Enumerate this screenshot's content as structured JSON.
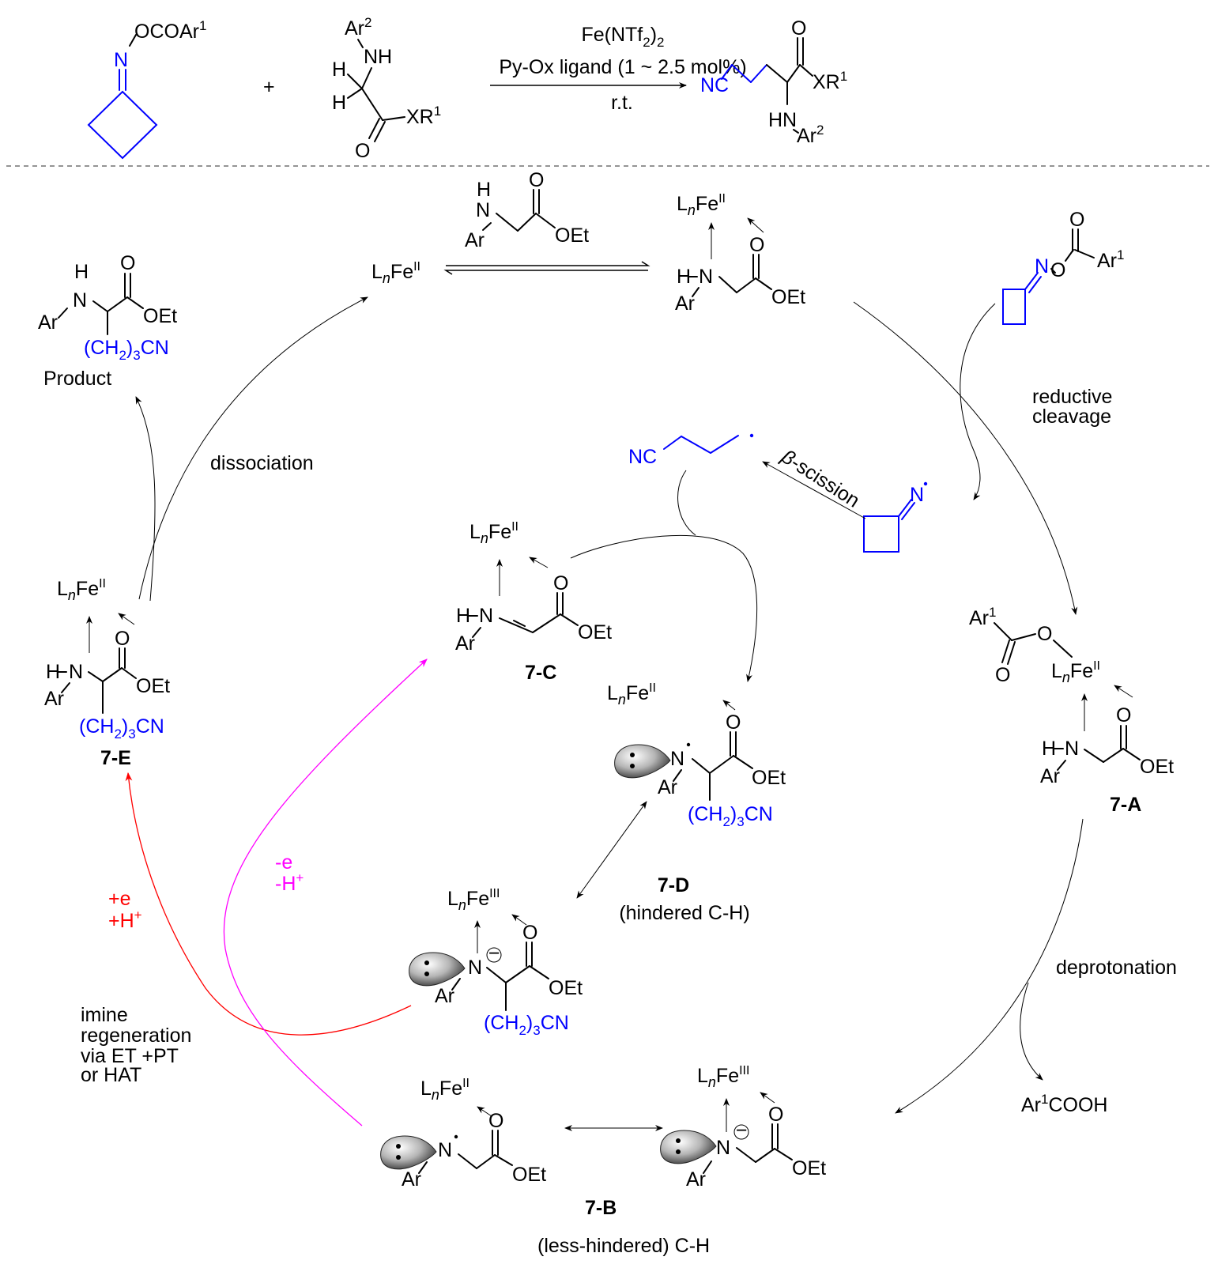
{
  "title": "Fe-catalyzed iminyl radical cyanoalkylation of glycine derivatives – proposed mechanism",
  "colors": {
    "highlight": "#0000ff",
    "reduction_path": "#ff0000",
    "oxidation_path": "#ff00ff",
    "text": "#000000"
  },
  "scheme": {
    "reactant1": {
      "substituent": "OCOAr",
      "sup": "1",
      "atom": "N"
    },
    "plus": "+",
    "reactant2": {
      "ar": "Ar",
      "ar_sup": "2",
      "nh": "NH",
      "h1": "H",
      "h2": "H",
      "o": "O",
      "xr": "XR",
      "xr_sup": "1"
    },
    "conditions": {
      "line1_main": "Fe(NTf",
      "line1_sub": "2",
      "line1_end": ")",
      "line1_sub2": "2",
      "line2": "Py-Ox ligand (1 ~ 2.5 mol%)",
      "line3": "r.t."
    },
    "product": {
      "nc": "NC",
      "o": "O",
      "xr": "XR",
      "xr_sup": "1",
      "hn": "HN",
      "ar": "Ar",
      "ar_sup": "2"
    }
  },
  "cycle": {
    "catalyst": {
      "l": "L",
      "n": "n",
      "fe": "Fe",
      "ox": "II"
    },
    "glycine_reagent": {
      "h": "H",
      "n": "N",
      "ar": "Ar",
      "o": "O",
      "oet": "OEt"
    },
    "complex_top": {
      "l": "L",
      "n": "n",
      "fe": "Fe",
      "ox": "II",
      "h": "H",
      "nn": "N",
      "ar": "Ar",
      "o": "O",
      "oet": "OEt"
    },
    "oxime_ester": {
      "n": "N",
      "o1": "O",
      "o2": "O",
      "ar": "Ar",
      "ar_sup": "1"
    },
    "label_reductive_cleavage": [
      "reductive",
      "cleavage"
    ],
    "iminyl_radical": {
      "n": "N"
    },
    "cyanoalkyl_radical": {
      "nc": "NC"
    },
    "label_beta": "β",
    "label_scission": "-scission",
    "product": {
      "h": "H",
      "n": "N",
      "ar": "Ar",
      "o": "O",
      "oet": "OEt",
      "chain": "(CH",
      "chain_sub": "2",
      "chain_mid": ")",
      "chain_sub2": "3",
      "chain_end": "CN",
      "label": "Product"
    },
    "label_dissociation": "dissociation",
    "int_7A": {
      "name": "7-A",
      "ar1": "Ar",
      "ar1_sup": "1",
      "o1": "O",
      "o2": "O",
      "l": "L",
      "n": "n",
      "fe": "Fe",
      "ox": "II",
      "h": "H",
      "nn": "N",
      "ar": "Ar",
      "o": "O",
      "oet": "OEt"
    },
    "label_deprotonation": "deprotonation",
    "byproduct": {
      "ar": "Ar",
      "sup": "1",
      "rest": "COOH"
    },
    "int_7B_anion": {
      "l": "L",
      "n": "n",
      "fe": "Fe",
      "ox": "III",
      "nn": "N",
      "ar": "Ar",
      "o": "O",
      "oet": "OEt",
      "charge": "−"
    },
    "int_7B_radical": {
      "l": "L",
      "n": "n",
      "fe": "Fe",
      "ox": "II",
      "nn": "N",
      "ar": "Ar",
      "o": "O",
      "oet": "OEt"
    },
    "label_7B": "7-B",
    "label_7B_note": "(less-hindered) C-H",
    "int_7C": {
      "name": "7-C",
      "l": "L",
      "n": "n",
      "fe": "Fe",
      "ox": "II",
      "h": "H",
      "nn": "N",
      "ar": "Ar",
      "o": "O",
      "oet": "OEt"
    },
    "int_7D_radical": {
      "l": "L",
      "n": "n",
      "fe": "Fe",
      "ox": "II",
      "nn": "N",
      "ar": "Ar",
      "o": "O",
      "oet": "OEt",
      "chain": "(CH",
      "chain_sub": "2",
      "chain_mid": ")",
      "chain_sub2": "3",
      "chain_end": "CN"
    },
    "int_7D_anion": {
      "l": "L",
      "n": "n",
      "fe": "Fe",
      "ox": "III",
      "nn": "N",
      "ar": "Ar",
      "o": "O",
      "oet": "OEt",
      "charge": "−",
      "chain": "(CH",
      "chain_sub": "2",
      "chain_mid": ")",
      "chain_sub2": "3",
      "chain_end": "CN"
    },
    "label_7D": "7-D",
    "label_7D_note": "(hindered C-H)",
    "int_7E": {
      "name": "7-E",
      "l": "L",
      "n": "n",
      "fe": "Fe",
      "ox": "II",
      "h": "H",
      "nn": "N",
      "ar": "Ar",
      "o": "O",
      "oet": "OEt",
      "chain": "(CH",
      "chain_sub": "2",
      "chain_mid": ")",
      "chain_sub2": "3",
      "chain_end": "CN"
    },
    "label_red": {
      "line1": "+e",
      "line2": "+H",
      "sup": "+"
    },
    "label_mag": {
      "line1": "-e",
      "line2": "-H",
      "sup": "+"
    },
    "label_imine_regen": [
      "imine",
      "regeneration",
      "via ET +PT",
      "or HAT"
    ]
  }
}
